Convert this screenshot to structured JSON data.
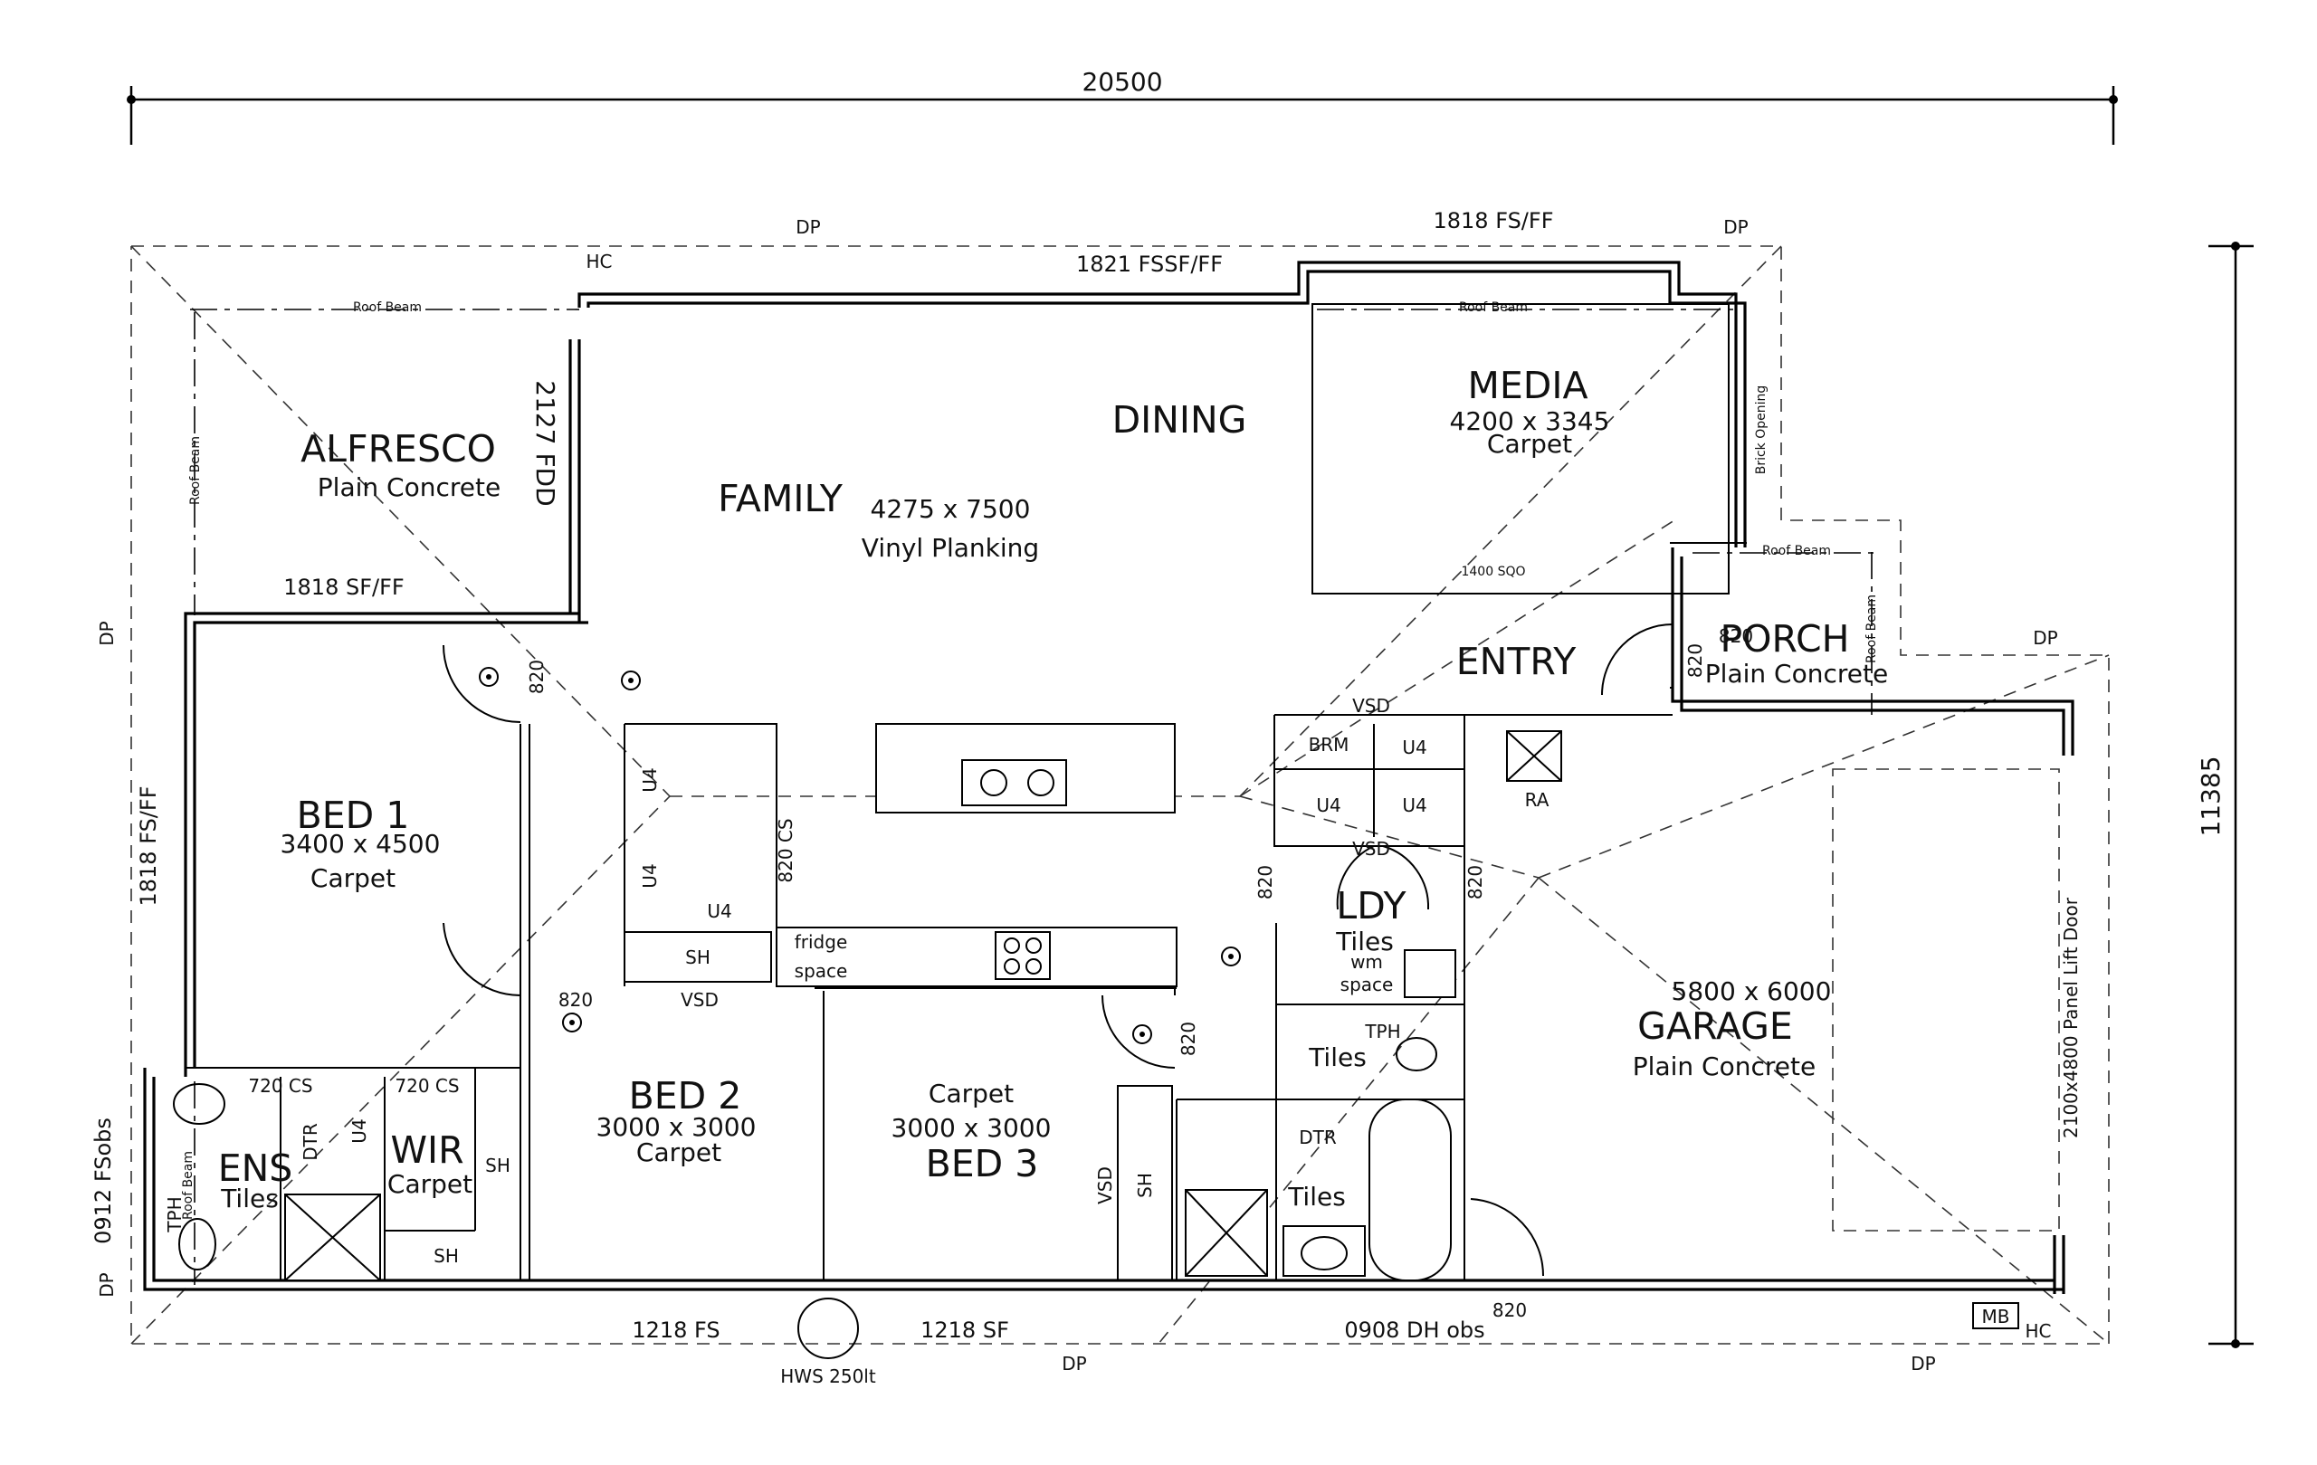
{
  "overall_width": "20500",
  "overall_depth": "11385",
  "rooms": {
    "alfresco": {
      "name": "ALFRESCO",
      "finish": "Plain Concrete"
    },
    "family": {
      "name": "FAMILY",
      "size": "4275 x 7500",
      "finish": "Vinyl Planking"
    },
    "dining": {
      "name": "DINING"
    },
    "media": {
      "name": "MEDIA",
      "size": "4200 x 3345",
      "finish": "Carpet"
    },
    "entry": {
      "name": "ENTRY"
    },
    "porch": {
      "name": "PORCH",
      "finish": "Plain Concrete"
    },
    "bed1": {
      "name": "BED 1",
      "size": "3400 x 4500",
      "finish": "Carpet"
    },
    "bed2": {
      "name": "BED 2",
      "size": "3000 x 3000",
      "finish": "Carpet"
    },
    "bed3": {
      "name": "BED 3",
      "size": "3000 x 3000",
      "finish": "Carpet"
    },
    "ldy": {
      "name": "LDY",
      "finish": "Tiles"
    },
    "garage": {
      "name": "GARAGE",
      "size": "5800 x 6000",
      "finish": "Plain Concrete"
    },
    "ens": {
      "name": "ENS",
      "finish": "Tiles"
    },
    "wir": {
      "name": "WIR",
      "finish": "Carpet"
    },
    "wc_finish": "Tiles",
    "bath_finish": "Tiles"
  },
  "windows": {
    "top_1821": "1821 FSSF/FF",
    "top_1818": "1818 FS/FF",
    "alfresco_1818": "1818 SF/FF",
    "left_1818": "1818 FS/FF",
    "left_0912": "0912 FSobs",
    "bottom_1218_fs": "1218 FS",
    "bottom_1218_sf": "1218 SF",
    "bottom_0908": "0908 DH obs",
    "door_2127": "2127 FDD",
    "sqo": "1400 SQO",
    "garage_door": "2100x4800 Panel Lift Door",
    "brick_opening": "Brick Opening"
  },
  "doors": {
    "d820": "820",
    "d820cs": "820 CS",
    "d720cs": "720 CS"
  },
  "fixtures": {
    "dp": "DP",
    "hc": "HC",
    "mb": "MB",
    "hws": "HWS 250lt",
    "roof_beam": "Roof Beam",
    "u4": "U4",
    "brm": "BRM",
    "vsd": "VSD",
    "sh": "SH",
    "dtr": "DTR",
    "tph": "TPH",
    "ra": "RA",
    "fridge": "fridge",
    "fridge_space": "space",
    "wm": "wm",
    "wm_space": "space"
  }
}
